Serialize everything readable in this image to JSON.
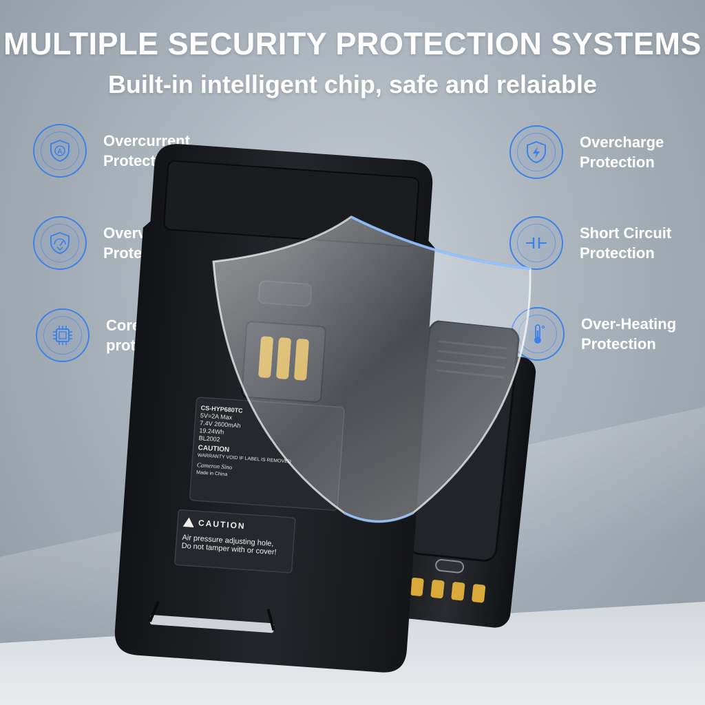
{
  "header": {
    "title": "MULTIPLE SECURITY PROTECTION SYSTEMS",
    "subtitle": "Built-in intelligent chip, safe and relaiable"
  },
  "features": {
    "left": [
      {
        "line1": "Overcurrent",
        "line2": "Protection",
        "icon": "overcurrent-icon"
      },
      {
        "line1": "Overvoltage",
        "line2": "Protection",
        "icon": "overvoltage-icon"
      },
      {
        "line1": "Core",
        "line2": "protection",
        "icon": "chip-icon"
      }
    ],
    "right": [
      {
        "line1": "Overcharge",
        "line2": "Protection",
        "icon": "overcharge-icon"
      },
      {
        "line1": "Short Circuit",
        "line2": "Protection",
        "icon": "short-circuit-icon"
      },
      {
        "line1": "Over-Heating",
        "line2": "Protection",
        "icon": "thermometer-icon"
      }
    ]
  },
  "label": {
    "model": "CS-HYP680TC",
    "input": "5V=2A Max",
    "output": "7.4V  2600mAh",
    "energy": "19.24Wh",
    "part": "BL2002",
    "caution_title": "CAUTION",
    "warranty": "WARRANTY VOID IF LABEL IS REMOVED",
    "brand": "Cameron Sino",
    "made_in": "Made in China"
  },
  "caution_sticker": {
    "title": "CAUTION",
    "line1": "Air pressure adjusting hole,",
    "line2": "Do not tamper with or cover!"
  },
  "colors": {
    "accent": "#3b82e8",
    "battery": "#1c1d21",
    "contacts": "#d9a93a"
  }
}
